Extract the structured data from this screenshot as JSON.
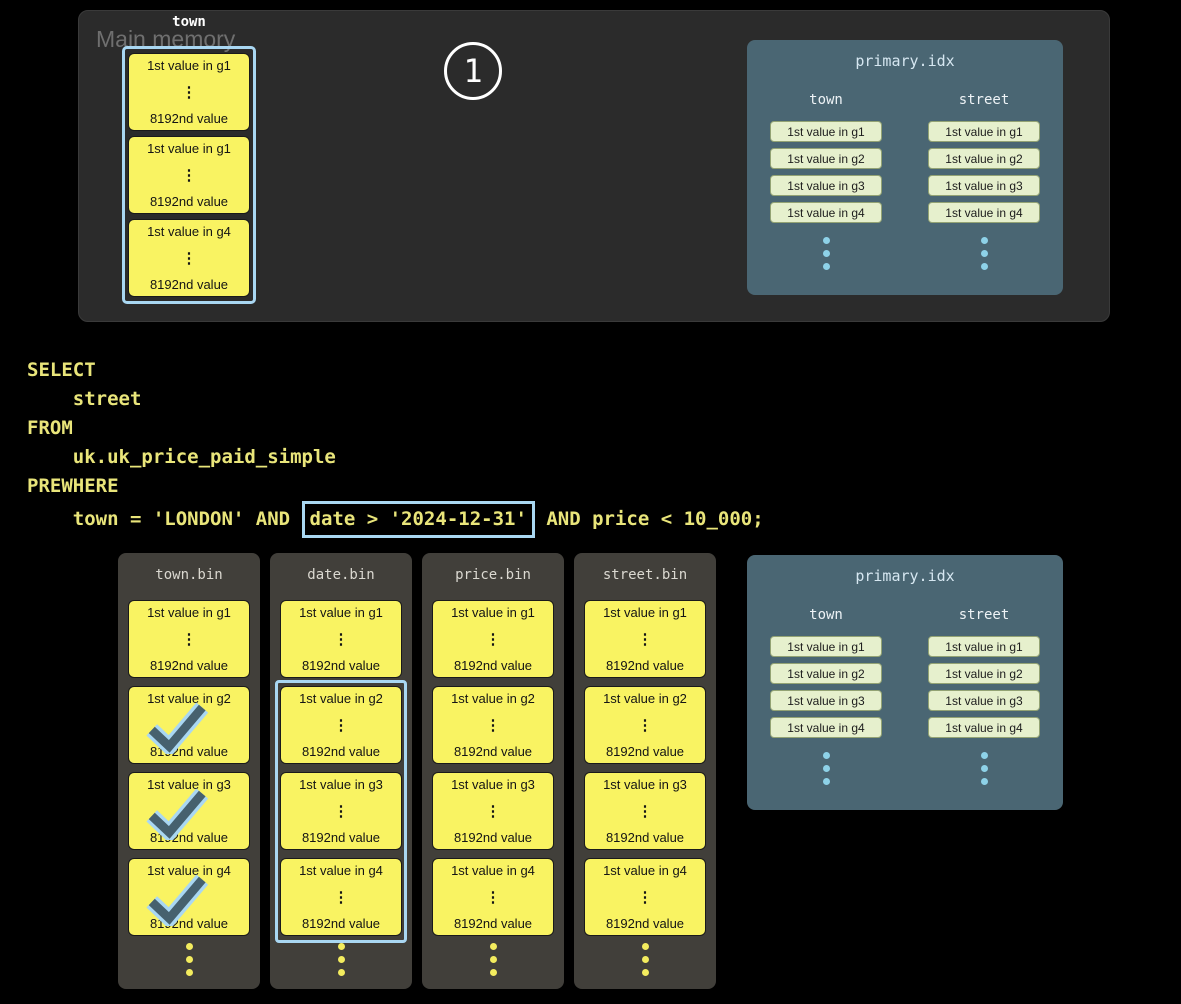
{
  "palette": {
    "background": "#000000",
    "memory_panel": "#2b2b2b",
    "bin_panel": "#413f3a",
    "index_panel": "#4a6673",
    "granule_yellow": "#f9f362",
    "highlight_blue": "#a9d7f2",
    "sql_text": "#e9e57a",
    "index_entry_green": "#e6f0cd"
  },
  "glyphs": {
    "vdots": "⋮"
  },
  "memory": {
    "label": "Main memory",
    "step": "1",
    "column": {
      "title": "town",
      "blocks": [
        {
          "first": "1st value in g1",
          "last": "8192nd value"
        },
        {
          "first": "1st value in g1",
          "last": "8192nd value"
        },
        {
          "first": "1st value in g4",
          "last": "8192nd value"
        }
      ]
    }
  },
  "sql": {
    "l1": "SELECT",
    "l2": "    street",
    "l3": "FROM",
    "l4": "    uk.uk_price_paid_simple",
    "l5": "PREWHERE",
    "l6_pre": "    town = 'LONDON' AND ",
    "l6_highlight": "date > '2024-12-31'",
    "l6_post": " AND price < 10_000;"
  },
  "primary_index_top": {
    "title": "primary.idx",
    "columns": [
      {
        "label": "town",
        "entries": [
          "1st value in g1",
          "1st value in g2",
          "1st value in g3",
          "1st value in g4"
        ]
      },
      {
        "label": "street",
        "entries": [
          "1st value in g1",
          "1st value in g2",
          "1st value in g3",
          "1st value in g4"
        ]
      }
    ]
  },
  "primary_index_bottom": {
    "title": "primary.idx",
    "columns": [
      {
        "label": "town",
        "entries": [
          "1st value in g1",
          "1st value in g2",
          "1st value in g3",
          "1st value in g4"
        ]
      },
      {
        "label": "street",
        "entries": [
          "1st value in g1",
          "1st value in g2",
          "1st value in g3",
          "1st value in g4"
        ]
      }
    ]
  },
  "bins": [
    {
      "title": "town.bin",
      "checked_granules": [
        "g2",
        "g3",
        "g4"
      ],
      "blocks": [
        {
          "first": "1st value in g1",
          "last": "8192nd value"
        },
        {
          "first": "1st value in g2",
          "last": "8192nd value"
        },
        {
          "first": "1st value in g3",
          "last": "8192nd value"
        },
        {
          "first": "1st value in g4",
          "last": "8192nd value"
        }
      ]
    },
    {
      "title": "date.bin",
      "framed_granules": [
        "g2",
        "g3",
        "g4"
      ],
      "blocks": [
        {
          "first": "1st value in g1",
          "last": "8192nd value"
        },
        {
          "first": "1st value in g2",
          "last": "8192nd value"
        },
        {
          "first": "1st value in g3",
          "last": "8192nd value"
        },
        {
          "first": "1st value in g4",
          "last": "8192nd value"
        }
      ]
    },
    {
      "title": "price.bin",
      "blocks": [
        {
          "first": "1st value in g1",
          "last": "8192nd value"
        },
        {
          "first": "1st value in g2",
          "last": "8192nd value"
        },
        {
          "first": "1st value in g3",
          "last": "8192nd value"
        },
        {
          "first": "1st value in g4",
          "last": "8192nd value"
        }
      ]
    },
    {
      "title": "street.bin",
      "blocks": [
        {
          "first": "1st value in g1",
          "last": "8192nd value"
        },
        {
          "first": "1st value in g2",
          "last": "8192nd value"
        },
        {
          "first": "1st value in g3",
          "last": "8192nd value"
        },
        {
          "first": "1st value in g4",
          "last": "8192nd value"
        }
      ]
    }
  ]
}
